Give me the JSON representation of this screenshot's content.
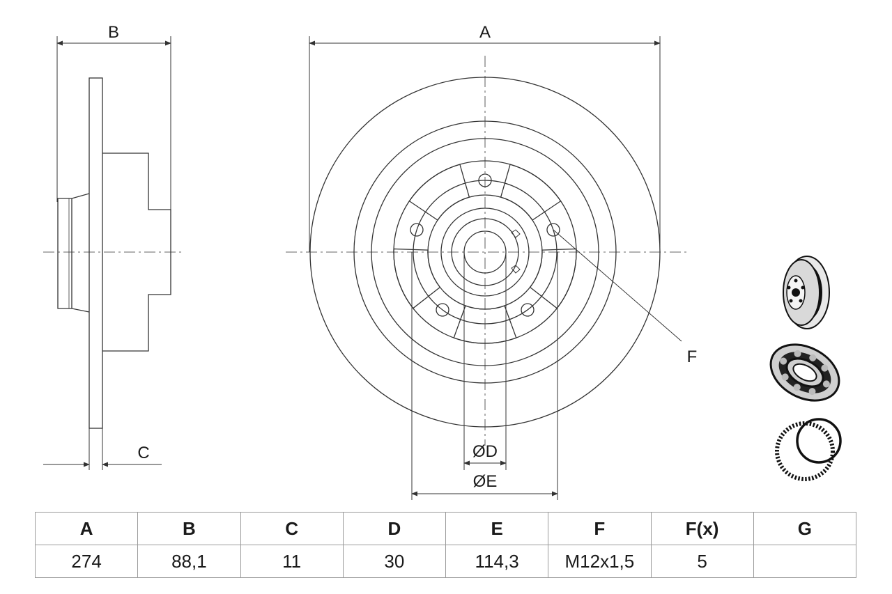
{
  "dimension_labels": {
    "A": "A",
    "B": "B",
    "C": "C",
    "D": "ØD",
    "E": "ØE",
    "F": "F"
  },
  "table": {
    "headers": [
      "A",
      "B",
      "C",
      "D",
      "E",
      "F",
      "F(x)",
      "G"
    ],
    "values": [
      "274",
      "88,1",
      "11",
      "30",
      "114,3",
      "M12x1,5",
      "5",
      ""
    ]
  },
  "icons": [
    "brake-disc-icon",
    "wheel-bearing-icon",
    "abs-ring-icon"
  ]
}
